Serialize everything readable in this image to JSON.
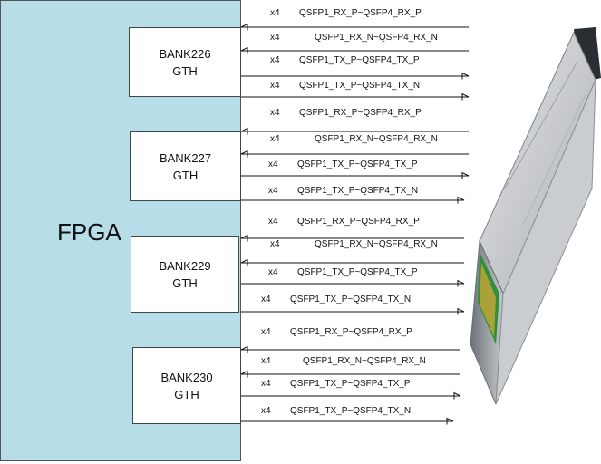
{
  "fpga": {
    "label": "FPGA"
  },
  "banks": [
    {
      "name": "BANK226",
      "type": "GTH"
    },
    {
      "name": "BANK227",
      "type": "GTH"
    },
    {
      "name": "BANK229",
      "type": "GTH"
    },
    {
      "name": "BANK230",
      "type": "GTH"
    }
  ],
  "signals": [
    {
      "count": "x4",
      "label": "QSFP1_RX_P~QSFP4_RX_P",
      "direction": "in"
    },
    {
      "count": "x4",
      "label": "QSFP1_RX_N~QSFP4_RX_N",
      "direction": "in"
    },
    {
      "count": "x4",
      "label": "QSFP1_TX_P~QSFP4_TX_P",
      "direction": "out"
    },
    {
      "count": "x4",
      "label": "QSFP1_TX_P~QSFP4_TX_N",
      "direction": "out"
    },
    {
      "count": "x4",
      "label": "QSFP1_RX_P~QSFP4_RX_P",
      "direction": "in"
    },
    {
      "count": "x4",
      "label": "QSFP1_RX_N~QSFP4_RX_N",
      "direction": "in"
    },
    {
      "count": "x4",
      "label": "QSFP1_TX_P~QSFP4_TX_P",
      "direction": "out"
    },
    {
      "count": "x4",
      "label": "QSFP1_TX_P~QSFP4_TX_N",
      "direction": "out"
    },
    {
      "count": "x4",
      "label": "QSFP1_RX_P~QSFP4_RX_P",
      "direction": "in"
    },
    {
      "count": "x4",
      "label": "QSFP1_RX_N~QSFP4_RX_N",
      "direction": "in"
    },
    {
      "count": "x4",
      "label": "QSFP1_TX_P~QSFP4_TX_P",
      "direction": "out"
    },
    {
      "count": "x4",
      "label": "QSFP1_TX_P~QSFP4_TX_N",
      "direction": "out"
    },
    {
      "count": "x4",
      "label": "QSFP1_RX_P~QSFP4_RX_P",
      "direction": "in"
    },
    {
      "count": "x4",
      "label": "QSFP1_RX_N~QSFP4_RX_N",
      "direction": "in"
    },
    {
      "count": "x4",
      "label": "QSFP1_TX_P~QSFP4_TX_P",
      "direction": "out"
    },
    {
      "count": "x4",
      "label": "QSFP1_TX_P~QSFP4_TX_N",
      "direction": "out"
    }
  ],
  "colors": {
    "fpga_fill": "#b7dde8",
    "line": "#111111"
  },
  "icons": {
    "module": "qsfp-transceiver-module-icon"
  }
}
